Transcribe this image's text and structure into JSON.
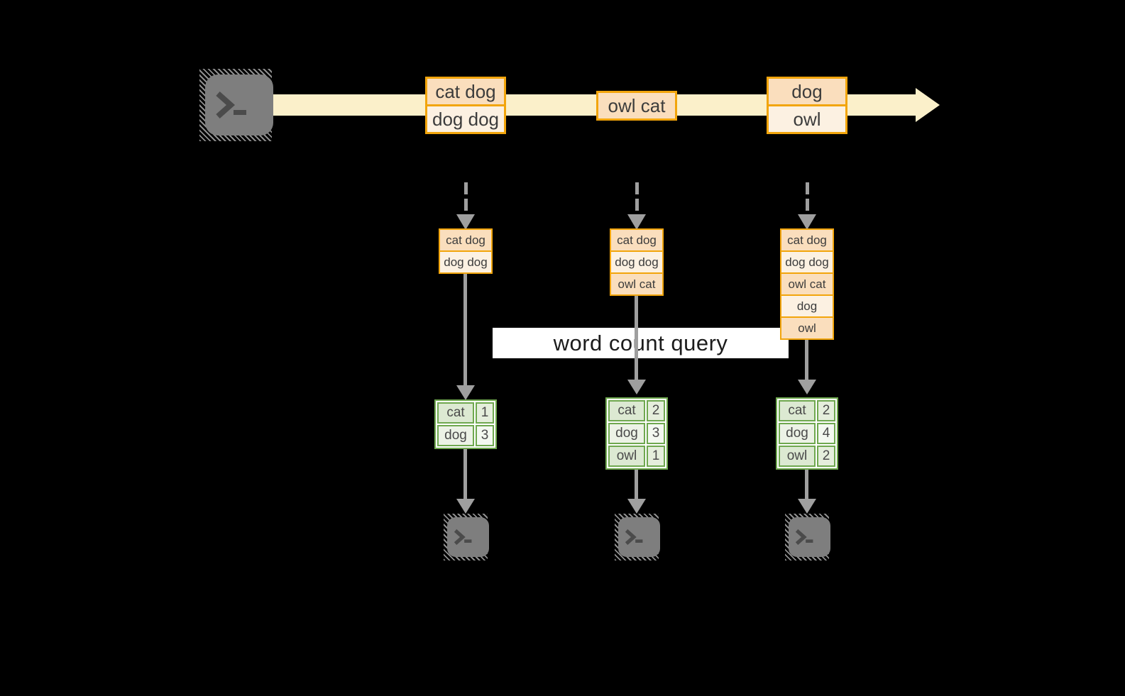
{
  "stream": {
    "source_icon": "terminal-icon",
    "events": [
      {
        "lines": [
          "cat dog",
          "dog dog"
        ]
      },
      {
        "lines": [
          "owl cat"
        ]
      },
      {
        "lines": [
          "dog",
          "owl"
        ]
      }
    ]
  },
  "query_label": "word count query",
  "columns": [
    {
      "buffer": [
        "cat dog",
        "dog dog"
      ],
      "counts": [
        {
          "word": "cat",
          "count": "1"
        },
        {
          "word": "dog",
          "count": "3"
        }
      ],
      "sink_icon": "terminal-icon"
    },
    {
      "buffer": [
        "cat dog",
        "dog dog",
        "owl cat"
      ],
      "counts": [
        {
          "word": "cat",
          "count": "2"
        },
        {
          "word": "dog",
          "count": "3"
        },
        {
          "word": "owl",
          "count": "1"
        }
      ],
      "sink_icon": "terminal-icon"
    },
    {
      "buffer": [
        "cat dog",
        "dog dog",
        "owl cat",
        "dog",
        "owl"
      ],
      "counts": [
        {
          "word": "cat",
          "count": "2"
        },
        {
          "word": "dog",
          "count": "4"
        },
        {
          "word": "owl",
          "count": "2"
        }
      ],
      "sink_icon": "terminal-icon"
    }
  ],
  "colors": {
    "background": "#000000",
    "stream_band": "#FBF0CA",
    "event_border": "#F2A50C",
    "event_fill_dark": "#FADEBD",
    "event_fill_light": "#FCF1E2",
    "table_border": "#6FA84F",
    "table_fill_word_dark": "#DCE9D2",
    "table_fill_word_light": "#ECF2E6",
    "table_fill_count_dark": "#E5EEDC",
    "table_fill_count_light": "#F3F8F0",
    "arrow_gray": "#9F9F9F",
    "terminal_gray": "#7E7E7E",
    "label_bg": "#FFFFFF",
    "text_dark": "#3C3C3C"
  }
}
